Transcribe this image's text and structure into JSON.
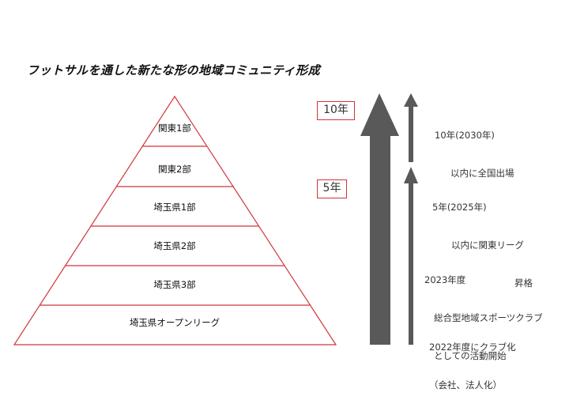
{
  "title": "フットサルを通した新たな形の地域コミュニティ形成",
  "pyramid": {
    "tiers": [
      "関東1部",
      "関東2部",
      "埼玉県1部",
      "埼玉県2部",
      "埼玉県3部",
      "埼玉県オープンリーグ"
    ],
    "line_color": "#d0343a"
  },
  "timeline": {
    "box_10": "10年",
    "box_5": "5年",
    "arrow_color": "#595959",
    "notes": {
      "note_10_line1": "10年(2030年)",
      "note_10_line2": "以内に全国出場",
      "note_5_line1": "5年(2025年)",
      "note_5_line2": "以内に関東リーグ",
      "note_5_line3": "昇格",
      "note_2023_line1": "2023年度",
      "note_2023_line2": "総合型地域スポーツクラブ",
      "note_2023_line3": "としての活動開始",
      "note_2022_line1": "2022年度にクラブ化",
      "note_2022_line2": "（会社、法人化）"
    }
  }
}
